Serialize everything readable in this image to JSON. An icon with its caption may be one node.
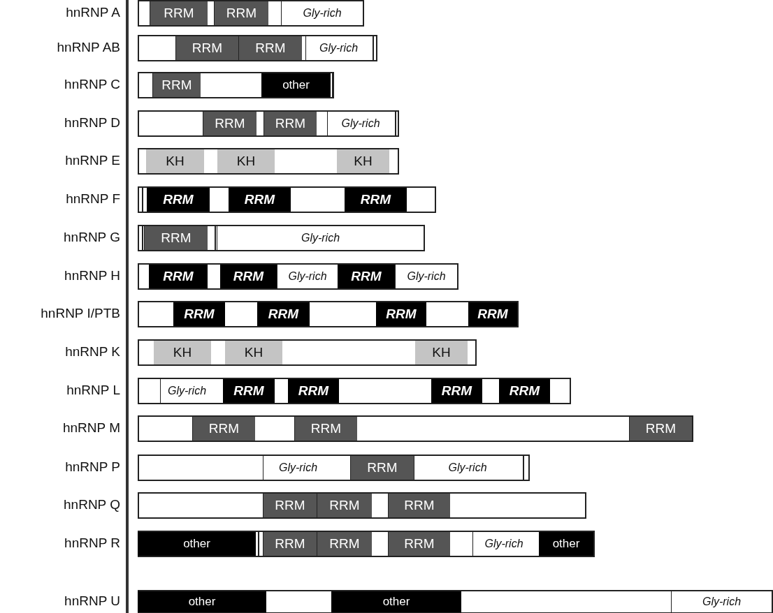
{
  "diagram": {
    "nodes": [
      {
        "text": [
          "hnRNP A"
        ]
      },
      {
        "text": [
          "RRM"
        ],
        "in": 0
      },
      {
        "text": [
          "RRM"
        ],
        "in": 0
      },
      {
        "text": [
          "Gly-rich"
        ],
        "in": 0
      },
      {
        "text": [
          "hnRNP AB"
        ]
      },
      {
        "text": [
          "RRM"
        ],
        "in": 4
      },
      {
        "text": [
          "RRM"
        ],
        "in": 4
      },
      {
        "text": [
          "Gly-rich"
        ],
        "in": 4
      },
      {
        "text": [
          "hnRNP C"
        ]
      },
      {
        "text": [
          "RRM"
        ],
        "in": 8
      },
      {
        "text": [
          "other"
        ],
        "in": 8
      },
      {
        "text": [
          "hnRNP D"
        ]
      },
      {
        "text": [
          "RRM"
        ],
        "in": 11
      },
      {
        "text": [
          "RRM"
        ],
        "in": 11
      },
      {
        "text": [
          "Gly-rich"
        ],
        "in": 11
      },
      {
        "text": [
          "hnRNP E"
        ]
      },
      {
        "text": [
          "KH"
        ],
        "in": 15
      },
      {
        "text": [
          "KH"
        ],
        "in": 15
      },
      {
        "text": [
          "KH"
        ],
        "in": 15
      },
      {
        "text": [
          "hnRNP F"
        ]
      },
      {
        "text": [
          "RRM"
        ],
        "in": 19
      },
      {
        "text": [
          "RRM"
        ],
        "in": 19
      },
      {
        "text": [
          "RRM"
        ],
        "in": 19
      },
      {
        "text": [
          "hnRNP G"
        ]
      },
      {
        "text": [
          "RRM"
        ],
        "in": 23
      },
      {
        "text": [
          "Gly-rich"
        ],
        "in": 23
      },
      {
        "text": [
          "hnRNP H"
        ]
      },
      {
        "text": [
          "RRM"
        ],
        "in": 26
      },
      {
        "text": [
          "RRM"
        ],
        "in": 26
      },
      {
        "text": [
          "Gly-rich"
        ],
        "in": 26
      },
      {
        "text": [
          "RRM"
        ],
        "in": 26
      },
      {
        "text": [
          "Gly-rich"
        ],
        "in": 26
      },
      {
        "text": [
          "hnRNP I/PTB"
        ]
      },
      {
        "text": [
          "RRM"
        ],
        "in": 32
      },
      {
        "text": [
          "RRM"
        ],
        "in": 32
      },
      {
        "text": [
          "RRM"
        ],
        "in": 32
      },
      {
        "text": [
          "RRM"
        ],
        "in": 32
      },
      {
        "text": [
          "hnRNP K"
        ]
      },
      {
        "text": [
          "KH"
        ],
        "in": 37
      },
      {
        "text": [
          "KH"
        ],
        "in": 37
      },
      {
        "text": [
          "KH"
        ],
        "in": 37
      },
      {
        "text": [
          "hnRNP L"
        ]
      },
      {
        "text": [
          "Gly-rich"
        ],
        "in": 41
      },
      {
        "text": [
          "RRM"
        ],
        "in": 41
      },
      {
        "text": [
          "RRM"
        ],
        "in": 41
      },
      {
        "text": [
          "RRM"
        ],
        "in": 41
      },
      {
        "text": [
          "RRM"
        ],
        "in": 41
      },
      {
        "text": [
          "hnRNP M"
        ]
      },
      {
        "text": [
          "RRM"
        ],
        "in": 47
      },
      {
        "text": [
          "RRM"
        ],
        "in": 47
      },
      {
        "text": [
          "RRM"
        ],
        "in": 47
      },
      {
        "text": [
          "hnRNP P"
        ]
      },
      {
        "text": [
          "Gly-rich"
        ],
        "in": 51
      },
      {
        "text": [
          "RRM"
        ],
        "in": 51
      },
      {
        "text": [
          "Gly-rich"
        ],
        "in": 51
      },
      {
        "text": [
          "hnRNP Q"
        ]
      },
      {
        "text": [
          "RRM"
        ],
        "in": 55
      },
      {
        "text": [
          "RRM"
        ],
        "in": 55
      },
      {
        "text": [
          "RRM"
        ],
        "in": 55
      },
      {
        "text": [
          "hnRNP R"
        ]
      },
      {
        "text": [
          "other"
        ],
        "in": 59
      },
      {
        "text": [
          "RRM"
        ],
        "in": 59
      },
      {
        "text": [
          "RRM"
        ],
        "in": 59
      },
      {
        "text": [
          "RRM"
        ],
        "in": 59
      },
      {
        "text": [
          "Gly-rich"
        ],
        "in": 59
      },
      {
        "text": [
          "other"
        ],
        "in": 59
      },
      {
        "text": [
          "hnRNP U"
        ]
      },
      {
        "text": [
          "other"
        ],
        "in": 66
      },
      {
        "text": [
          "other"
        ],
        "in": 66
      },
      {
        "text": [
          "Gly-rich"
        ],
        "in": 66
      }
    ]
  }
}
